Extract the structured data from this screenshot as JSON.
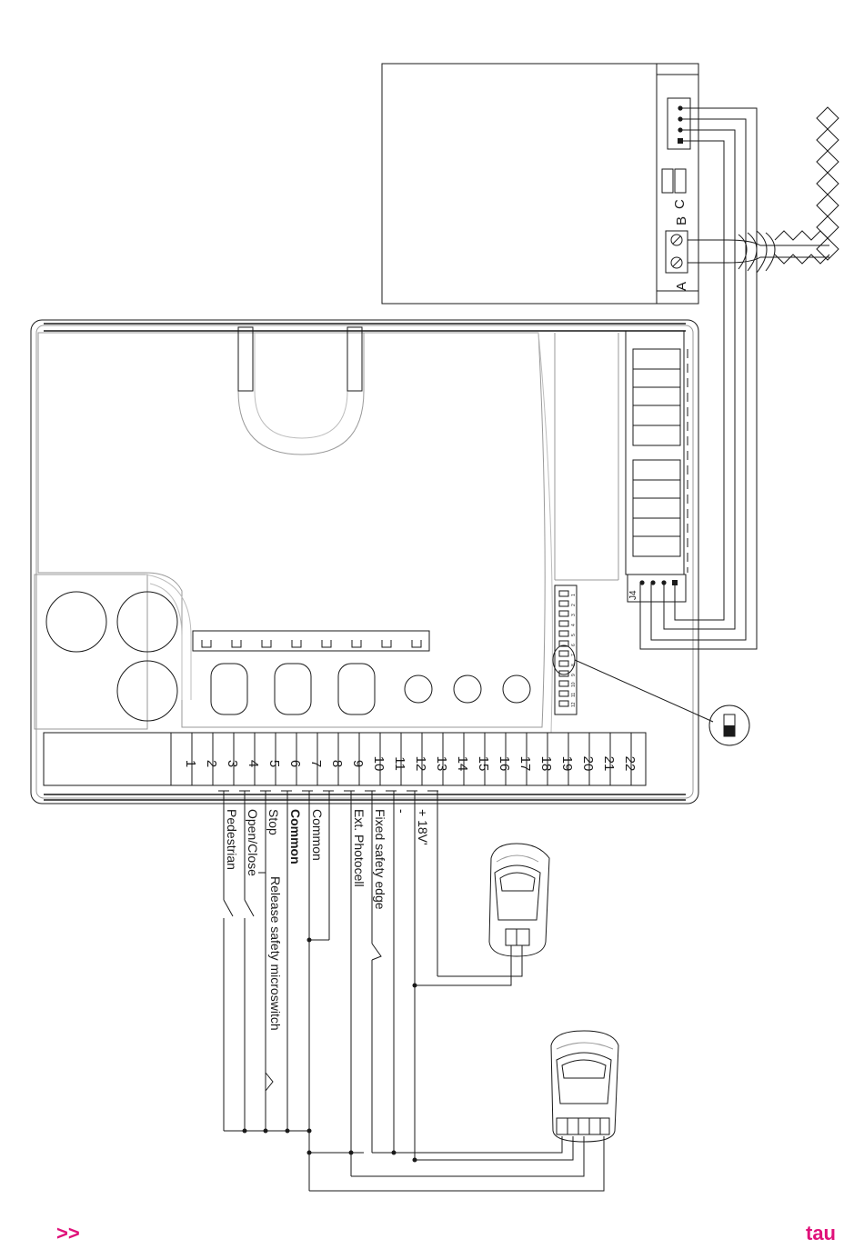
{
  "receiver_module": {
    "label_a": "A",
    "label_b": "B",
    "label_c": "C"
  },
  "board": {
    "connector_label": "J4",
    "dip_switch_numbers": [
      "1",
      "2",
      "3",
      "4",
      "5",
      "6",
      "7",
      "8",
      "9",
      "10",
      "11",
      "12"
    ],
    "terminals": [
      "1",
      "2",
      "3",
      "4",
      "5",
      "6",
      "7",
      "8",
      "9",
      "10",
      "11",
      "12",
      "13",
      "14",
      "15",
      "16",
      "17",
      "18",
      "19",
      "20",
      "21",
      "22"
    ]
  },
  "wiring_labels": {
    "pedestrian": "Pedestrian",
    "open_close": "Open/Close",
    "stop": "Stop",
    "release": "Release safety microswitch",
    "common_bold": "Common",
    "common": "Common",
    "ext_photocell": "Ext. Photocell",
    "fixed_edge": "Fixed safety edge",
    "minus": "-",
    "plus18": "+ 18V'"
  },
  "footer": {
    "nav_arrows": ">>",
    "brand_logo": "tau"
  }
}
